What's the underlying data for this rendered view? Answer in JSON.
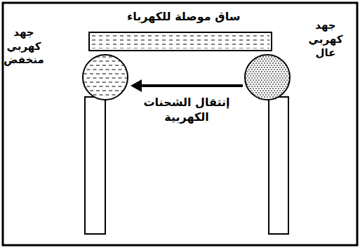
{
  "diagram": {
    "nodes": [
      {
        "text": [
          "جهد كهربي عال"
        ]
      },
      {
        "text": [
          "جهد كهربي منخفض"
        ]
      }
    ],
    "edges": [
      {
        "from": 0,
        "to": 1,
        "arrow": "to",
        "label": "إنتقال الشحنات الكهربية"
      }
    ],
    "labels": [
      "ساق موصلة للكهرباء"
    ]
  }
}
